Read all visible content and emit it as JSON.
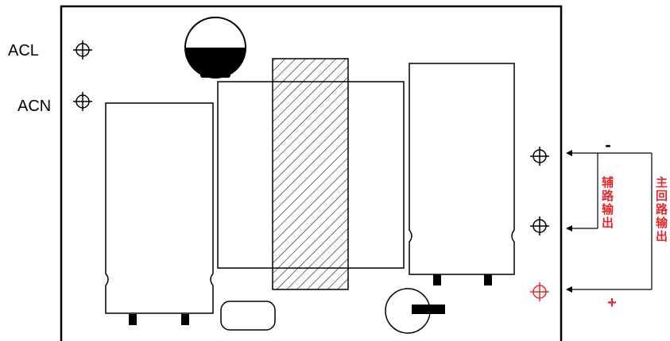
{
  "labels": {
    "acl": "ACL",
    "acn": "ACN",
    "minus": "-",
    "plus": "+",
    "aux_output": "辅路输出",
    "main_output": "主回路输出"
  },
  "colors": {
    "line": "#000000",
    "highlight": "#e8262a",
    "background": "#ffffff"
  },
  "icons": {
    "terminal": "crosshair-terminal-icon"
  }
}
